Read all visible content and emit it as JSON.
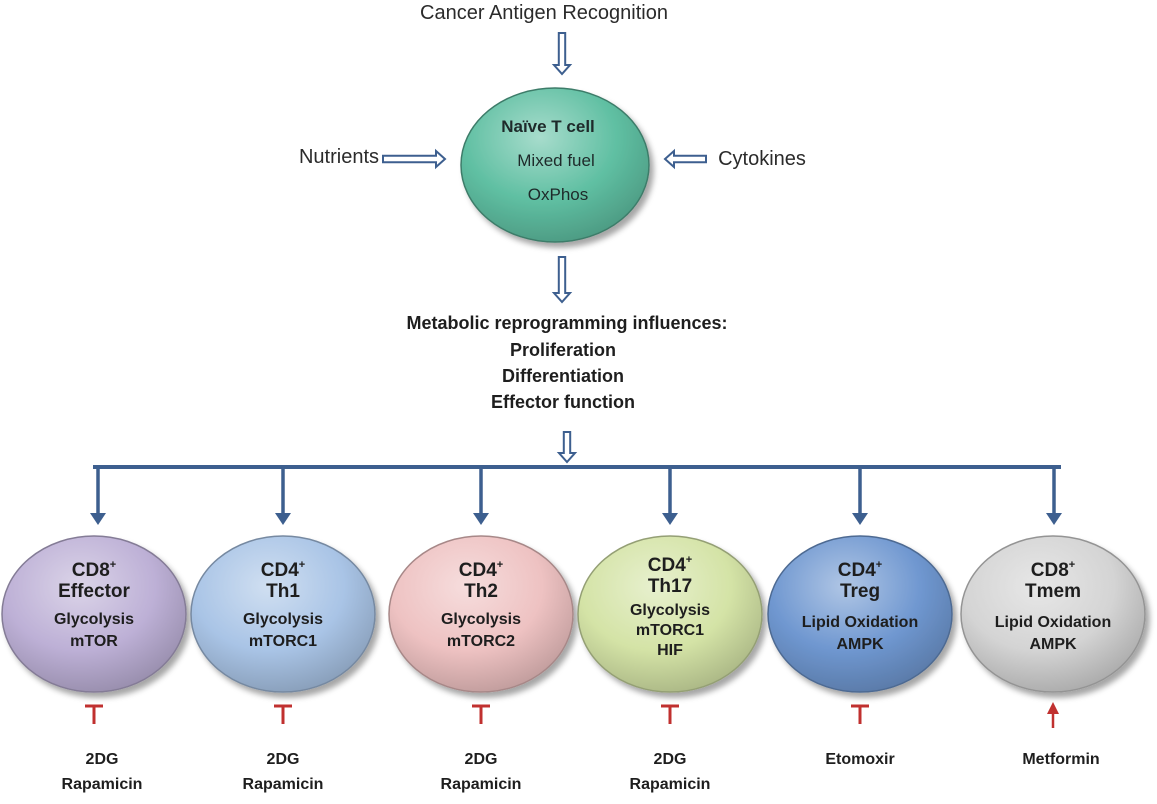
{
  "top_input": "Cancer Antigen Recognition",
  "left_input": "Nutrients",
  "right_input": "Cytokines",
  "naive_cell": {
    "title": "Naïve T cell",
    "line1": "Mixed fuel",
    "line2": "OxPhos",
    "color": "#5fbfa2"
  },
  "influences": {
    "heading": "Metabolic reprogramming influences:",
    "items": [
      "Proliferation",
      "Differentiation",
      "Effector function"
    ]
  },
  "arrow_color": "#3d5f8f",
  "inhibit_color": "#c0302f",
  "cells": [
    {
      "base": "CD8",
      "sup": "+",
      "name": "Effector",
      "lines": [
        "Glycolysis",
        "mTOR"
      ],
      "color": "#bdb0d6",
      "regulator": "inhibit",
      "drugs": [
        "2DG",
        "Rapamicin"
      ]
    },
    {
      "base": "CD4",
      "sup": "+",
      "name": "Th1",
      "lines": [
        "Glycolysis",
        "mTORC1"
      ],
      "color": "#a9c4e6",
      "regulator": "inhibit",
      "drugs": [
        "2DG",
        "Rapamicin"
      ]
    },
    {
      "base": "CD4",
      "sup": "+",
      "name": "Th2",
      "lines": [
        "Glycolysis",
        "mTORC2"
      ],
      "color": "#eec2c2",
      "regulator": "inhibit",
      "drugs": [
        "2DG",
        "Rapamicin"
      ]
    },
    {
      "base": "CD4",
      "sup": "+",
      "name": "Th17",
      "lines": [
        "Glycolysis",
        "mTORC1",
        "HIF"
      ],
      "color": "#d4e3a6",
      "regulator": "inhibit",
      "drugs": [
        "2DG",
        "Rapamicin"
      ]
    },
    {
      "base": "CD4",
      "sup": "+",
      "name": "Treg",
      "lines": [
        "Lipid Oxidation",
        "AMPK"
      ],
      "color": "#6f97d0",
      "regulator": "inhibit",
      "drugs": [
        "Etomoxir"
      ]
    },
    {
      "base": "CD8",
      "sup": "+",
      "name": "Tmem",
      "lines": [
        "Lipid Oxidation",
        "AMPK"
      ],
      "color": "#d4d4d4",
      "regulator": "activate",
      "drugs": [
        "Metformin"
      ]
    }
  ]
}
